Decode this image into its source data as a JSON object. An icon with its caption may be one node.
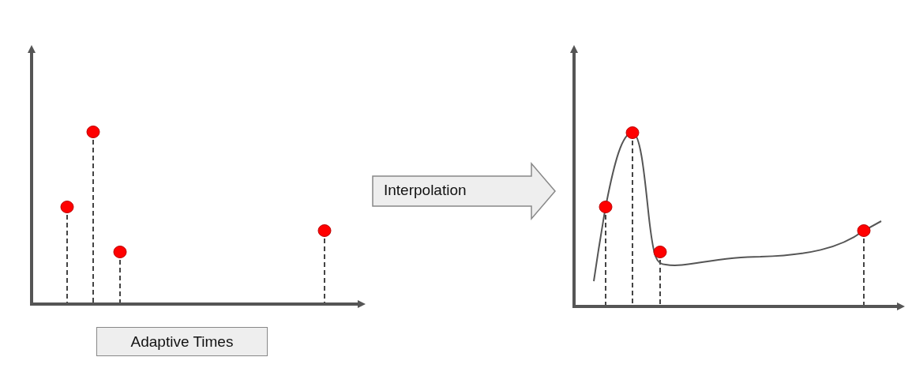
{
  "diagram": {
    "nodes": [
      {
        "text": [],
        "shape": "picture"
      },
      {
        "text": [
          "Adaptive Times"
        ]
      },
      {
        "text": [],
        "shape": "picture"
      }
    ],
    "edges": [
      {
        "from": 0,
        "to": 2,
        "arrow": "to",
        "label": "Interpolation"
      }
    ]
  }
}
